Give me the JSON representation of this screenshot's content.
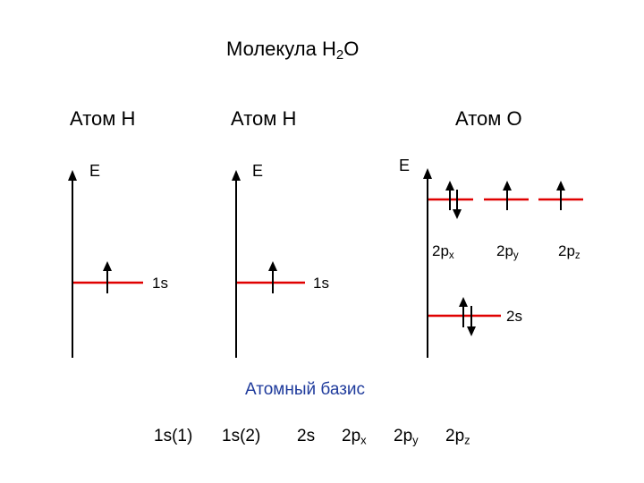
{
  "title": {
    "prefix": "Молекула H",
    "sub": "2",
    "suffix": "O"
  },
  "atoms": [
    {
      "label": "Атом H",
      "energy_label": "E",
      "orbital_label": "1s"
    },
    {
      "label": "Атом H",
      "energy_label": "E",
      "orbital_label": "1s"
    },
    {
      "label": "Атом O",
      "energy_label": "E",
      "orbitals": [
        {
          "label_main": "2p",
          "label_sub": "x"
        },
        {
          "label_main": "2p",
          "label_sub": "y"
        },
        {
          "label_main": "2p",
          "label_sub": "z"
        },
        {
          "label_main": "2s",
          "label_sub": ""
        }
      ]
    }
  ],
  "basis": {
    "title": "Атомный базис",
    "items": [
      {
        "main": "1s(1)",
        "sub": ""
      },
      {
        "main": "1s(2)",
        "sub": ""
      },
      {
        "main": "2s",
        "sub": ""
      },
      {
        "main": "2p",
        "sub": "x"
      },
      {
        "main": "2p",
        "sub": "y"
      },
      {
        "main": "2p",
        "sub": "z"
      }
    ]
  },
  "colors": {
    "level": "#e00000",
    "axis": "#000000",
    "basis_title": "#1f3b9c"
  },
  "icons": {
    "axis": "arrow-up-icon",
    "electron_up": "spin-up-arrow-icon",
    "electron_pair": "spin-pair-arrows-icon"
  }
}
